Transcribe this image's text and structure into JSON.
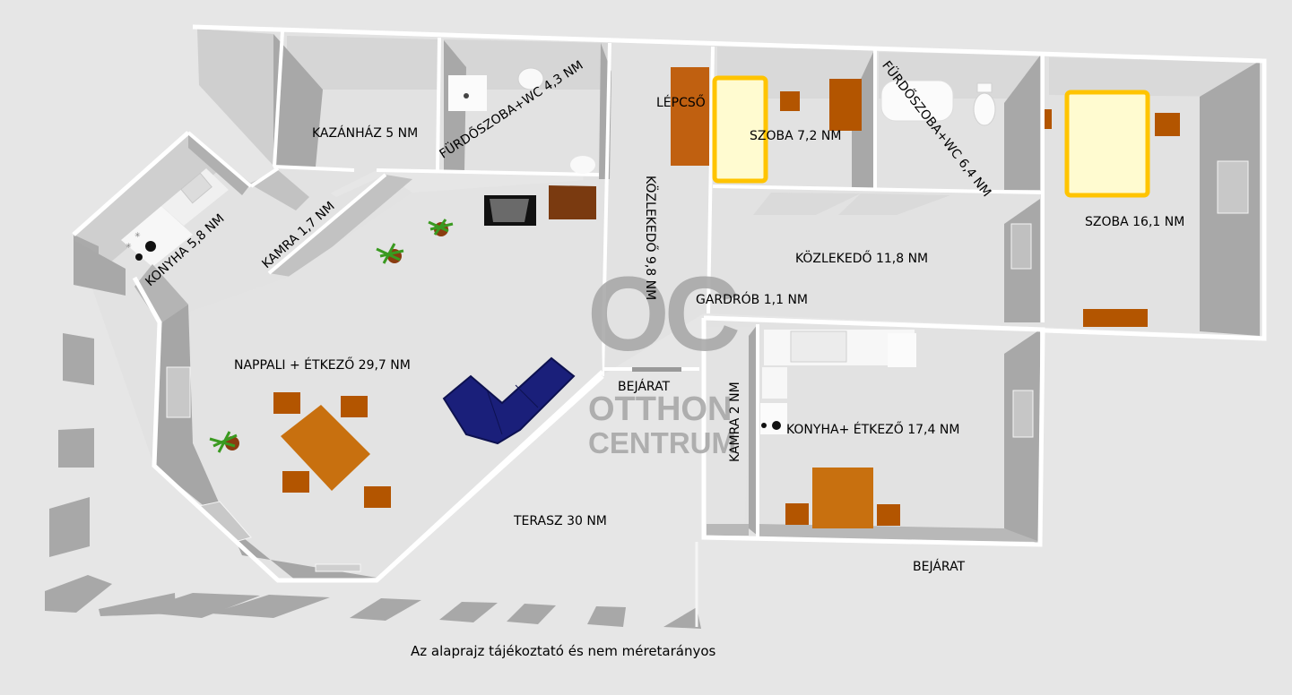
{
  "rooms": {
    "kazanhaz": "KAZÁNHÁZ 5 NM",
    "furdo1": "FÜRDŐSZOBA+WC  4,3 NM",
    "lepcso": "LÉPCSŐ",
    "szoba1": "SZOBA 7,2 NM",
    "furdo2": "FÜRDŐSZOBA+WC 6,4 NM",
    "szoba2": "SZOBA 16,1 NM",
    "konyha1": "KONYHA 5,8 NM",
    "kamra1": "KAMRA 1,7 NM",
    "kozlekedo1": "KÖZLEKEDŐ 9,8 NM",
    "kozlekedo2": "KÖZLEKEDŐ 11,8 NM",
    "gardrob": "GARDRÓB 1,1 NM",
    "nappali": "NAPPALI + ÉTKEZŐ 29,7 NM",
    "bejarat1": "BEJÁRAT",
    "kamra2": "KAMRA 2 NM",
    "konyha2": "KONYHA+ ÉTKEZŐ 17,4 NM",
    "terasz": "TERASZ 30 NM",
    "bejarat2": "BEJÁRAT"
  },
  "watermark": {
    "logo": "OC",
    "line1": "OTTHON",
    "line2": "CENTRUM"
  },
  "note": "Az alaprajz tájékoztató és nem méretarányos",
  "colors": {
    "background": "#e6e6e6",
    "floor": "#e2e2e2",
    "wall_top": "#ffffff",
    "wall_side": "#a8a8a8",
    "furniture_wood": "#c8700f",
    "chair": "#b35500",
    "bed_frame": "#ffc400",
    "bed_mattress": "#fffbd0",
    "sofa": "#1a1f7a",
    "watermark": "#a5a5a5"
  }
}
